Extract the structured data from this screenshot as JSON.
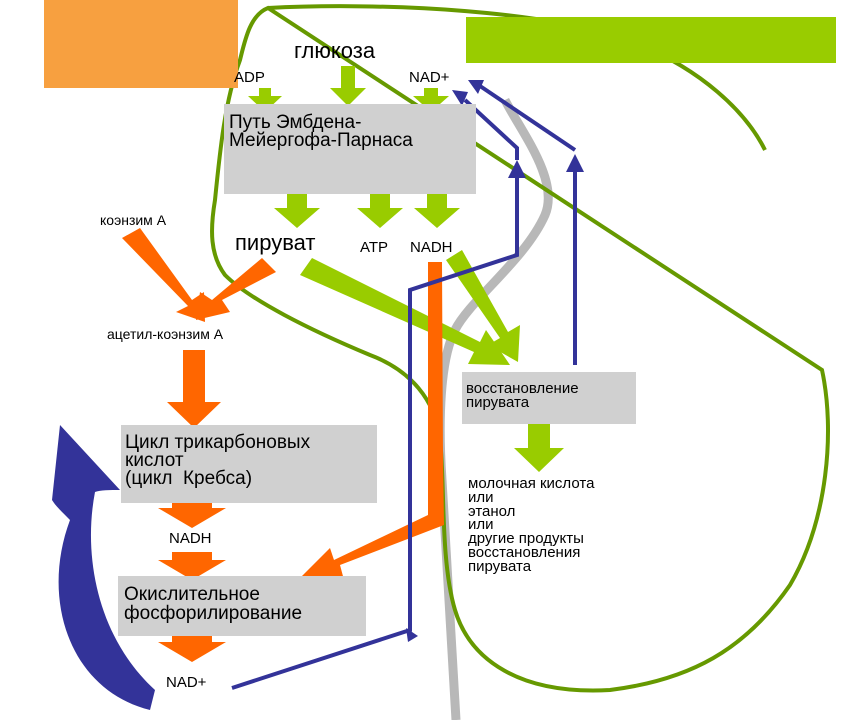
{
  "diagram": {
    "colors": {
      "orange": "#ff6600",
      "light_orange": "#f7a040",
      "lime": "#99cc00",
      "blue": "#333399",
      "green_outline": "#669900",
      "grey_box": "#d0d0d0",
      "grey_line": "#b8b8b8"
    },
    "nodes": {
      "glucose": "глюкоза",
      "adp": "ADP",
      "nad_plus_top": "NAD+",
      "emp_pathway": "Путь Эмбдена-\nМейергофа-Парнаса",
      "coenzyme_a": "коэнзим А",
      "pyruvate": "пируват",
      "atp": "ATP",
      "nadh_top": "NADH",
      "acetyl_coa": "ацетил-коэнзим А",
      "krebs_cycle": "Цикл трикарбоновых\nкислот\n(цикл  Кребса)",
      "nadh_bottom": "NADH",
      "oxidative_phosphorylation": "Окислительное\nфосфорилирование",
      "nad_plus_bottom": "NAD+",
      "pyruvate_reduction": "восстановление\nпирувата",
      "products": "молочная кислота\nили\nэтанол\nили\nдругие продукты\nвосстановления\nпирувата"
    }
  }
}
